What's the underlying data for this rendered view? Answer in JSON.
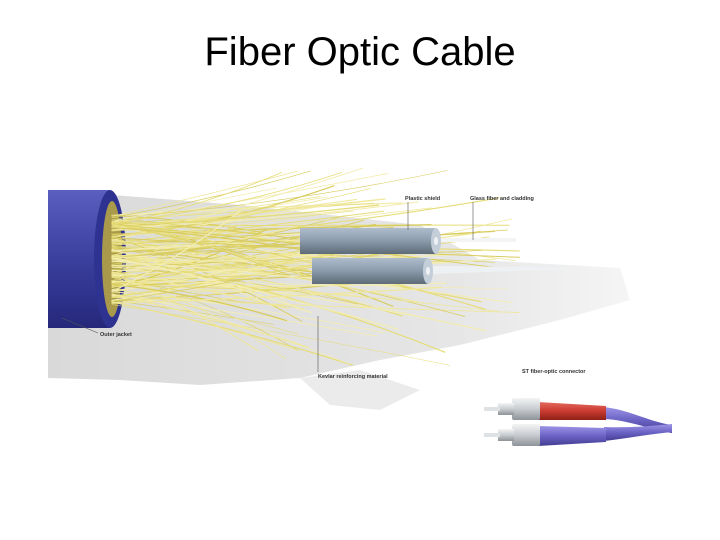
{
  "slide": {
    "title": "Fiber Optic Cable"
  },
  "diagram": {
    "labels": {
      "plastic_shield": "Plastic shield",
      "glass_fiber": "Glass fiber and cladding",
      "outer_jacket": "Outer jacket",
      "kevlar": "Kevlar reinforcing material",
      "st_connector": "ST fiber-optic connector"
    }
  },
  "colors": {
    "jacket": "#3b3f9e",
    "kevlar": "#e6dc78",
    "shield": "#8e9eae",
    "connector_red": "#c93a30",
    "connector_purple": "#6b63c4",
    "background_shadow": "#e4e4e4"
  }
}
